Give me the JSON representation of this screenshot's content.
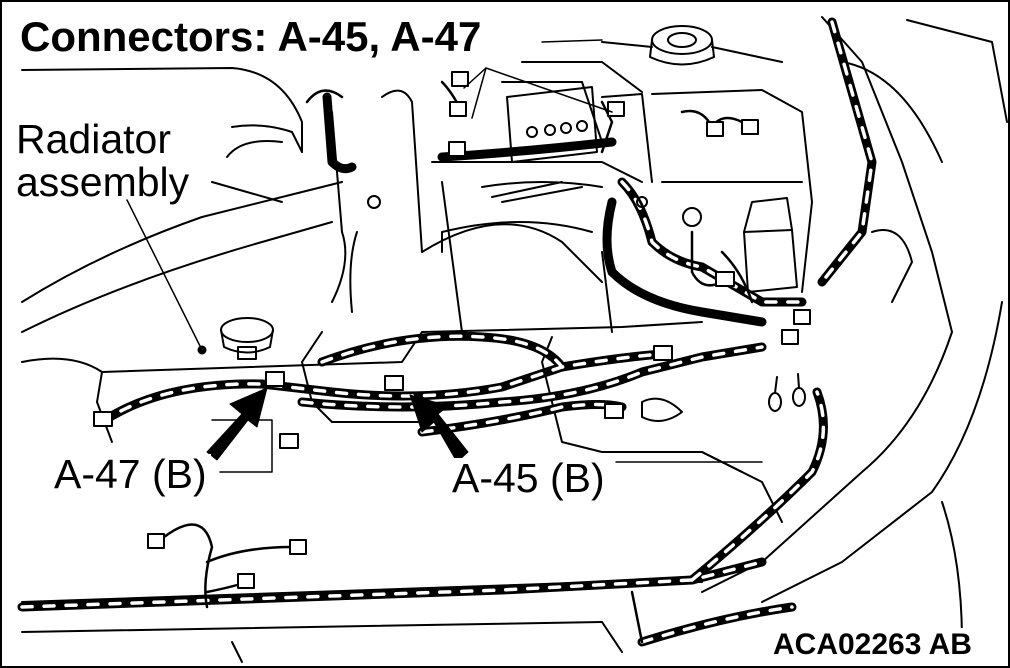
{
  "title": "Connectors: A-45, A-47",
  "callouts": {
    "radiator_line1": "Radiator",
    "radiator_line2": "assembly",
    "connector_a47": "A-47 (B)",
    "connector_a45": "A-45 (B)"
  },
  "figure_code": "ACA02263 AB"
}
